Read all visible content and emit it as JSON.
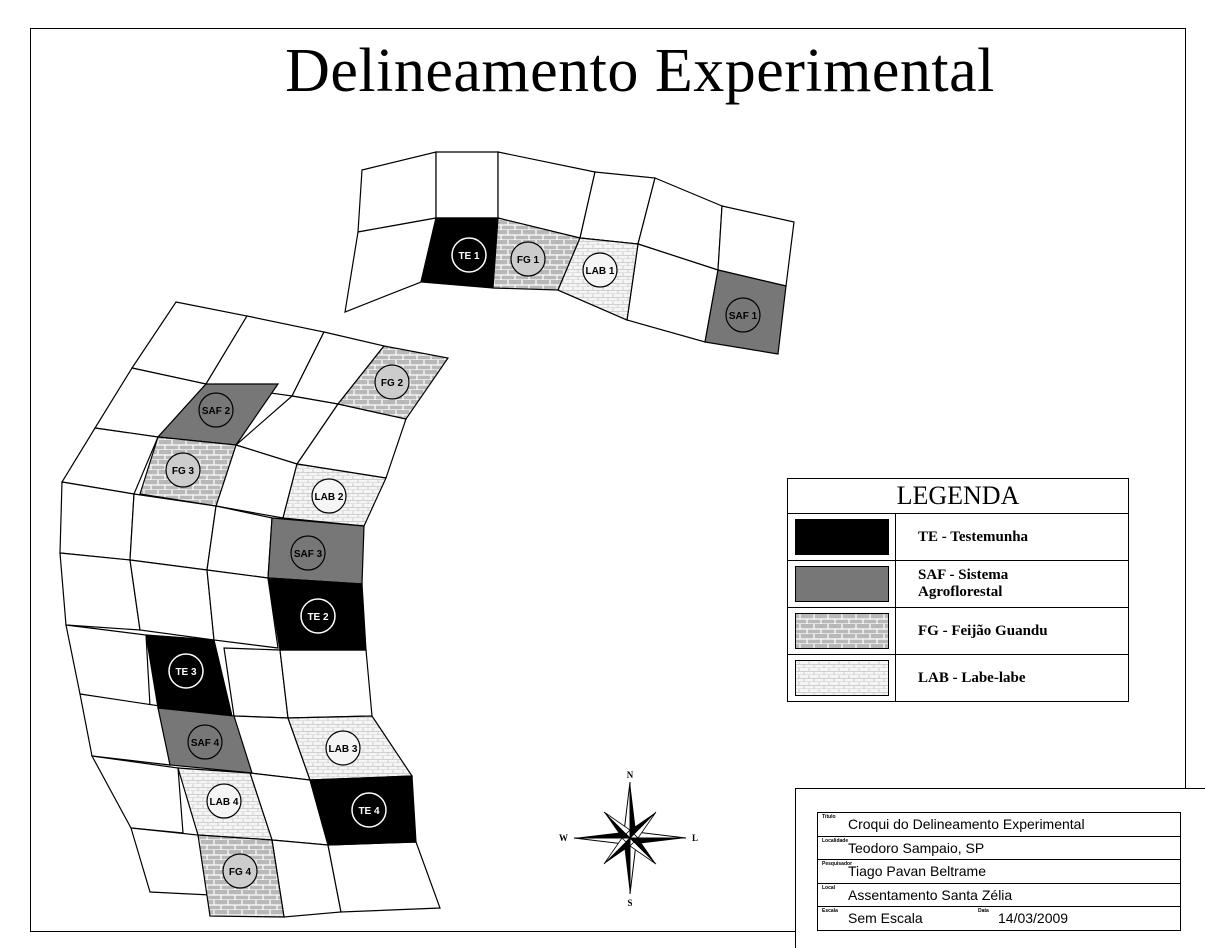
{
  "title": "Delineamento Experimental",
  "plots": {
    "TE1": "TE 1",
    "FG1": "FG 1",
    "LAB1": "LAB 1",
    "SAF1": "SAF 1",
    "SAF2": "SAF 2",
    "FG2": "FG 2",
    "FG3": "FG 3",
    "LAB2": "LAB 2",
    "SAF3": "SAF 3",
    "TE2": "TE 2",
    "TE3": "TE 3",
    "SAF4": "SAF 4",
    "LAB3": "LAB 3",
    "LAB4": "LAB 4",
    "TE4": "TE 4",
    "FG4": "FG 4"
  },
  "compass": {
    "n": "N",
    "s": "S",
    "l": "L",
    "w": "W"
  },
  "legend": {
    "title": "LEGENDA",
    "items": [
      {
        "label": "TE - Testemunha",
        "pattern": "solid-black",
        "color": "#000000"
      },
      {
        "label": "SAF - Sistema Agroflorestal",
        "pattern": "solid-gray",
        "color": "#777777"
      },
      {
        "label": "FG - Feijão Guandu",
        "pattern": "gray-brick",
        "color": "#bbbbbb"
      },
      {
        "label": "LAB - Labe-labe",
        "pattern": "light-brick",
        "color": "#f2f2f2"
      }
    ]
  },
  "title_block": {
    "titulo_tag": "Título",
    "titulo": "Croqui do Delineamento Experimental",
    "localidade_tag": "Localidade",
    "localidade": "Teodoro Sampaio, SP",
    "pesquisador_tag": "Pesquisador",
    "pesquisador": "Tiago Pavan Beltrame",
    "local_tag": "Local",
    "local": "Assentamento Santa Zélia",
    "escala_tag": "Escala",
    "escala": "Sem Escala",
    "data_tag": "Data",
    "data": "14/03/2009"
  }
}
